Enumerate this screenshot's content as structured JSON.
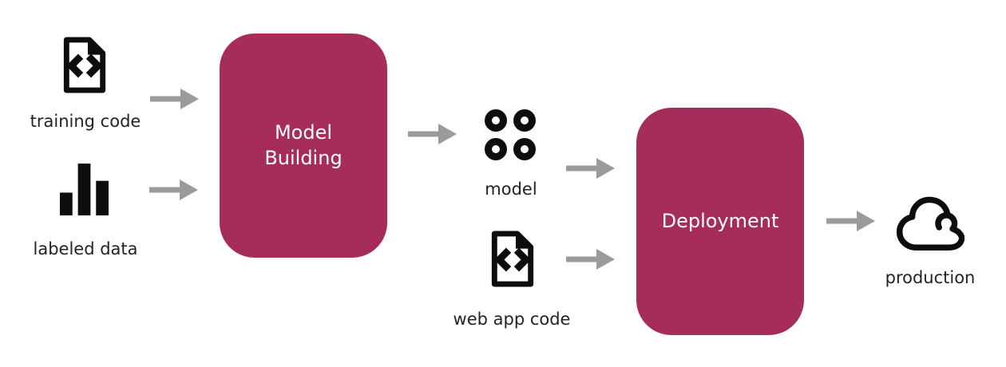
{
  "diagram": {
    "colors": {
      "box_fill": "#A62C5C",
      "box_text": "#FDFBFC",
      "arrow": "#9B9B9B",
      "icon": "#0D0D0D",
      "label_text": "#232323",
      "background": "#FFFFFF"
    },
    "nodes": {
      "training_code": {
        "label": "training code",
        "icon": "code-file-icon"
      },
      "labeled_data": {
        "label": "labeled data",
        "icon": "bar-chart-icon"
      },
      "model_building": {
        "label": "Model\nBuilding",
        "shape": "rounded-box"
      },
      "model": {
        "label": "model",
        "icon": "four-rings-icon"
      },
      "web_app_code": {
        "label": "web app code",
        "icon": "code-file-icon"
      },
      "deployment": {
        "label": "Deployment",
        "shape": "rounded-box"
      },
      "production": {
        "label": "production",
        "icon": "cloud-icon"
      }
    },
    "edges": [
      {
        "from": "training_code",
        "to": "model_building"
      },
      {
        "from": "labeled_data",
        "to": "model_building"
      },
      {
        "from": "model_building",
        "to": "model"
      },
      {
        "from": "model",
        "to": "deployment"
      },
      {
        "from": "web_app_code",
        "to": "deployment"
      },
      {
        "from": "deployment",
        "to": "production"
      }
    ]
  }
}
